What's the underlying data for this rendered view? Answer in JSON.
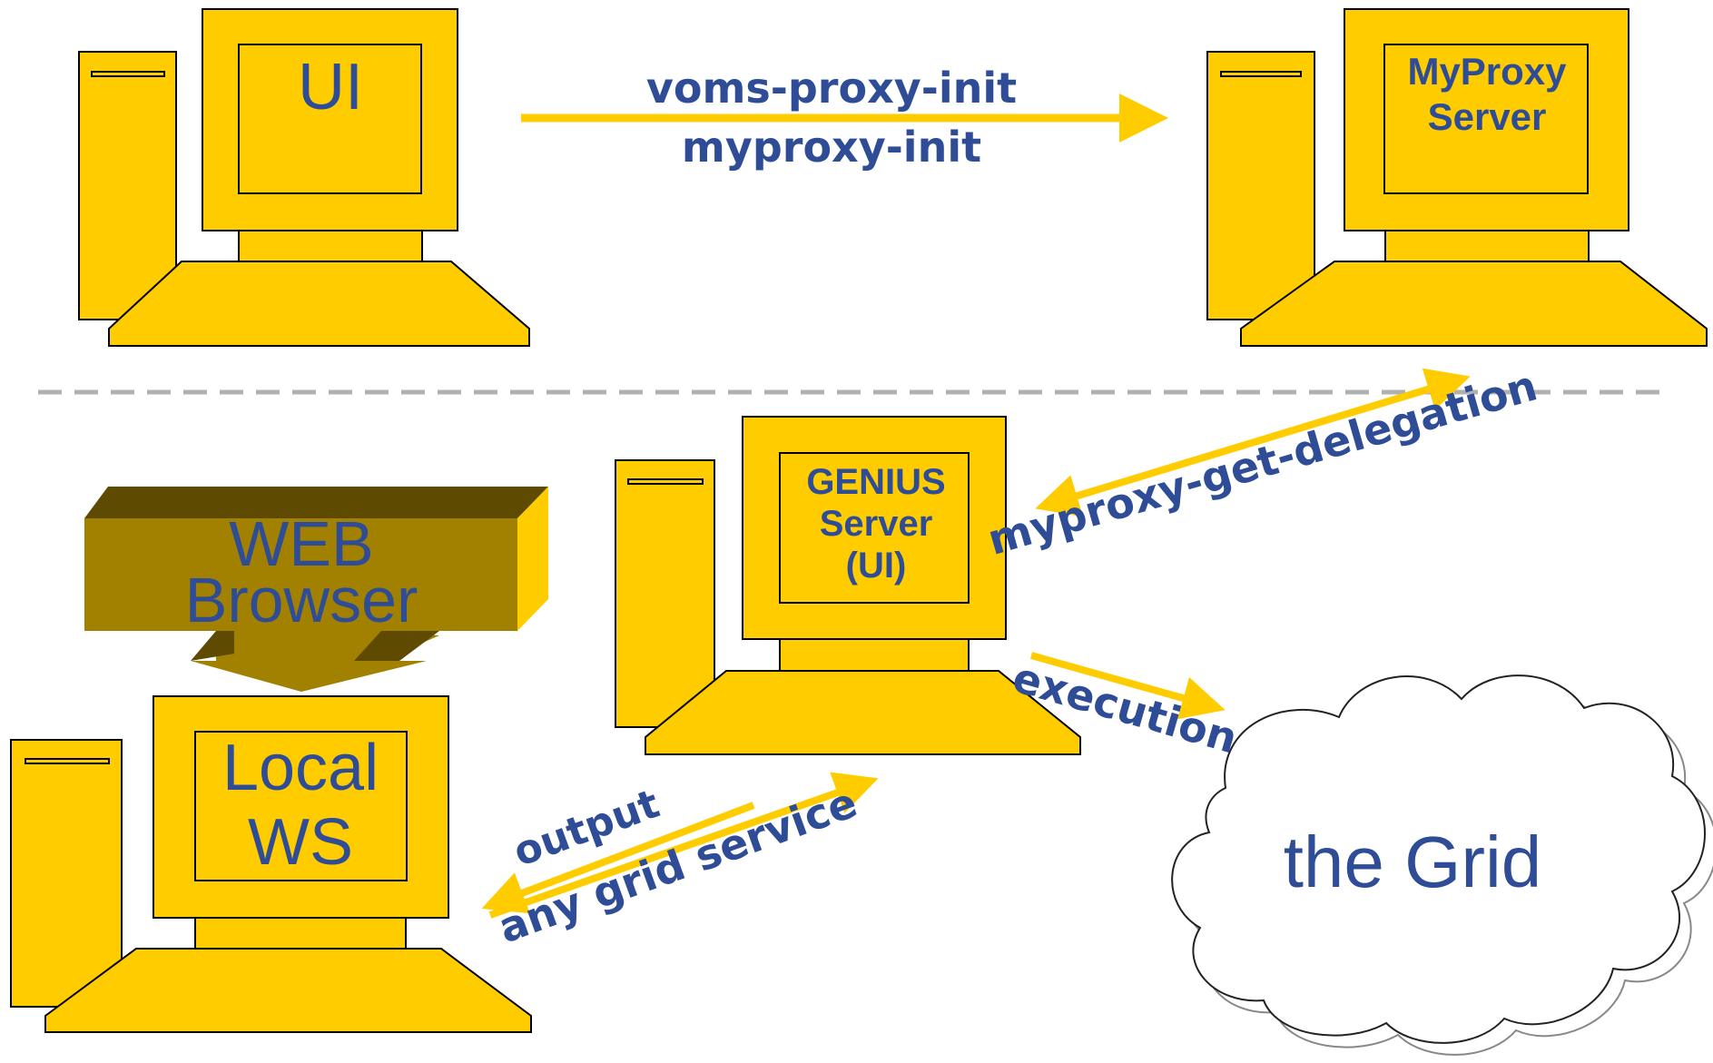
{
  "colors": {
    "computer_fill": "#ffcc00",
    "browser_front": "#a28000",
    "browser_top": "#5e4a00",
    "browser_side": "#ffcc00",
    "text_blue": "#2e4d96",
    "arrow_yellow": "#ffcc00",
    "divider": "#b0b0b0",
    "cloud_stroke": "#222222"
  },
  "computers": {
    "ui": {
      "line1": "UI"
    },
    "myproxy": {
      "line1": "MyProxy",
      "line2": "Server"
    },
    "genius": {
      "line1": "GENIUS",
      "line2": "Server",
      "line3": "(UI)"
    },
    "local": {
      "line1": "Local",
      "line2": "WS"
    }
  },
  "browser": {
    "line1": "WEB",
    "line2": "Browser"
  },
  "grid": {
    "label": "the Grid"
  },
  "arrows": {
    "voms": "voms-proxy-init",
    "myproxy_init": "myproxy-init",
    "delegation": "myproxy-get-delegation",
    "execution": "execution",
    "output": "output",
    "any_service": "any grid service"
  },
  "icons": [
    "computer-icon",
    "cloud-icon",
    "arrow-icon",
    "browser-block-icon"
  ]
}
